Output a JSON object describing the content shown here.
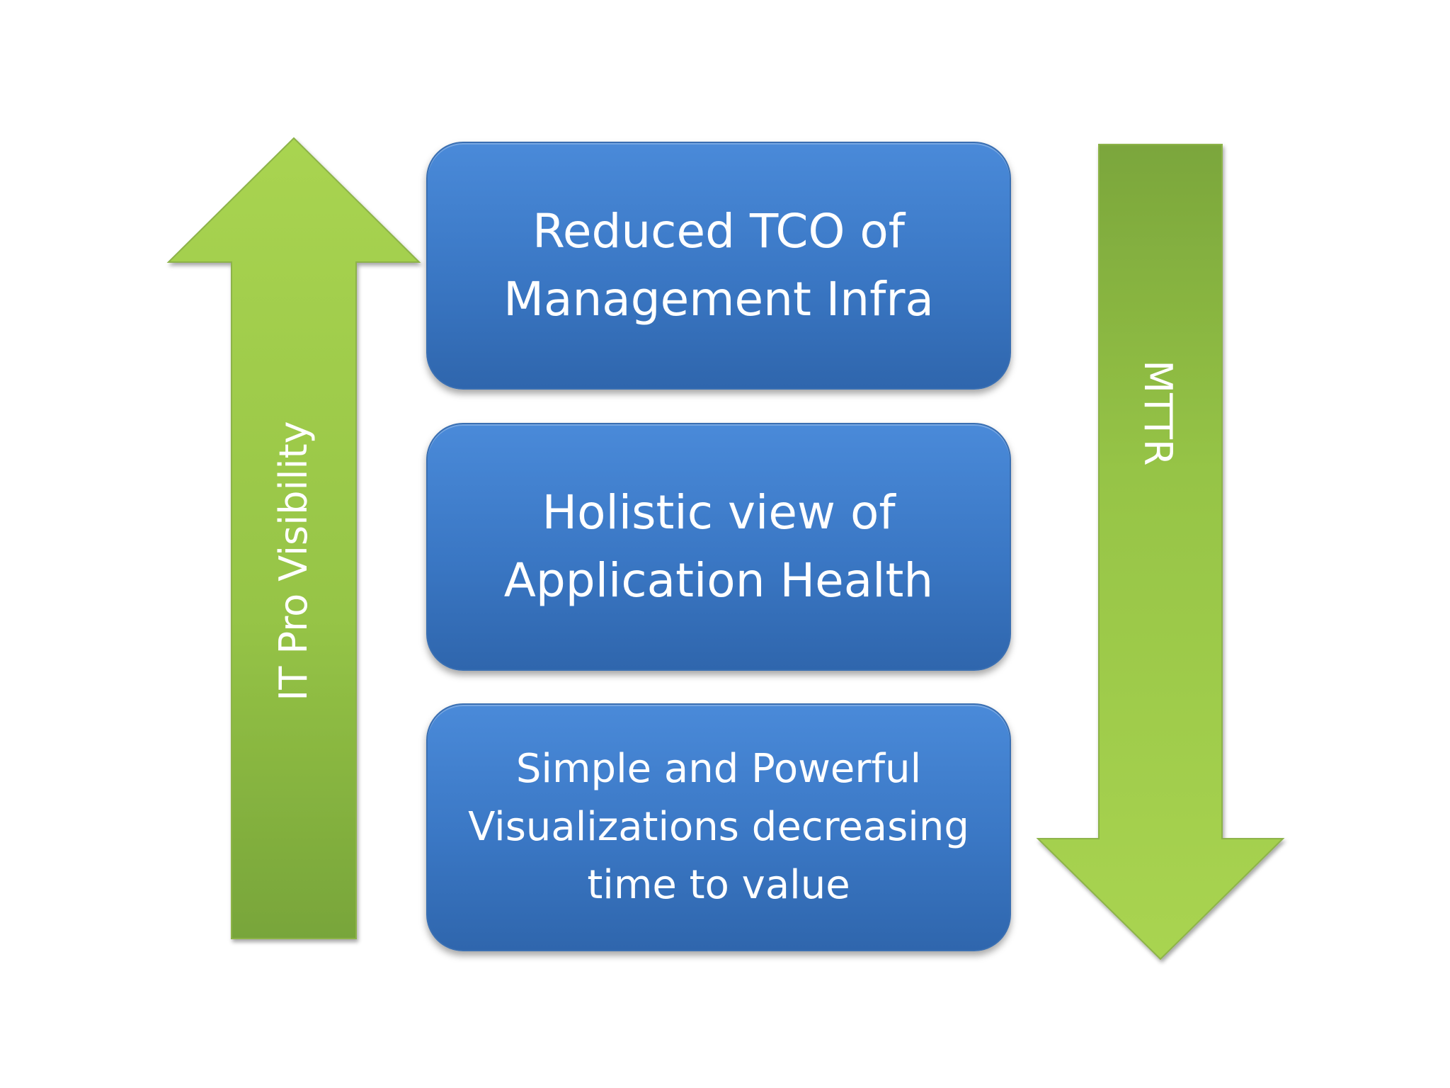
{
  "diagram": {
    "left_arrow": {
      "label": "IT Pro Visibility",
      "direction": "up",
      "color_light": "#a8d24f",
      "color_dark": "#76a33a"
    },
    "right_arrow": {
      "label": "MTTR",
      "direction": "down",
      "color_light": "#a8d24f",
      "color_dark": "#76a33a"
    },
    "boxes": [
      {
        "lines": [
          "Reduced TCO of",
          "Management Infra"
        ]
      },
      {
        "lines": [
          "Holistic view of",
          "Application Health"
        ]
      },
      {
        "lines": [
          "Simple and Powerful",
          "Visualizations decreasing",
          "time to value"
        ]
      }
    ],
    "box_color": "#3d7cc9"
  }
}
